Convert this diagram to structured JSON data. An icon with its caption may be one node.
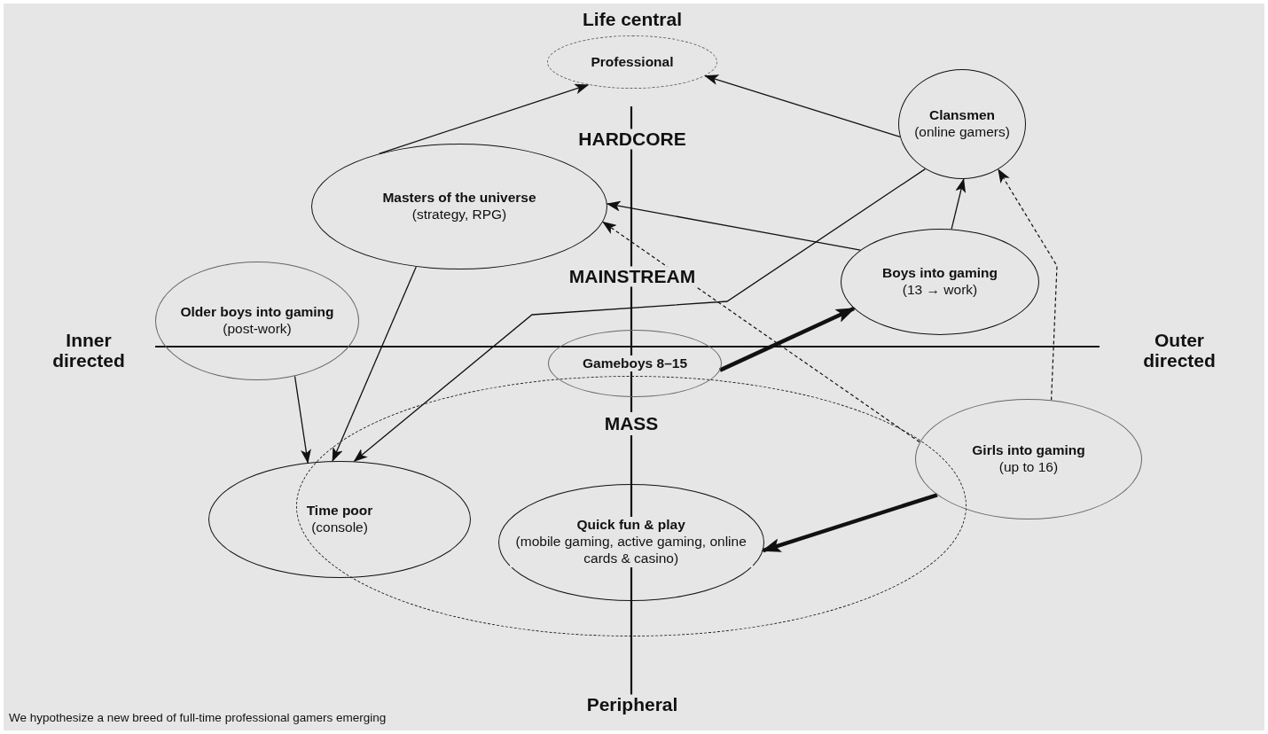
{
  "diagram": {
    "caption": "We hypothesize a new breed of full-time professional gamers emerging",
    "nodes": [
      {
        "text": [
          "Professional"
        ]
      },
      {
        "text": [
          "Clansmen",
          "(online gamers)"
        ]
      },
      {
        "text": [
          "Masters of the universe",
          "(strategy, RPG)"
        ]
      },
      {
        "text": [
          "Boys into gaming",
          "(13 → work)"
        ]
      },
      {
        "text": [
          "Older boys into gaming",
          "(post-work)"
        ]
      },
      {
        "text": [
          "Gameboys 8–15"
        ]
      },
      {
        "text": [
          "MASS"
        ]
      },
      {
        "text": [
          "Time poor",
          "(console)"
        ]
      },
      {
        "text": [
          "Girls into gaming",
          "(up to 16)"
        ]
      },
      {
        "text": [
          "Quick fun & play",
          "(mobile gaming, active gaming, online cards & casino)"
        ],
        "in": 6
      }
    ],
    "edges": [
      {
        "from": 2,
        "to": 0,
        "arrow": "to"
      },
      {
        "from": 1,
        "to": 0,
        "arrow": "to"
      },
      {
        "from": 3,
        "to": 2,
        "arrow": "to"
      },
      {
        "from": 8,
        "to": 2,
        "arrow": "to",
        "style": "dashed"
      },
      {
        "from": 8,
        "to": 1,
        "arrow": "to",
        "style": "dashed"
      },
      {
        "from": 3,
        "to": 1,
        "arrow": "to"
      },
      {
        "from": 5,
        "to": 3,
        "arrow": "to",
        "style": "thick"
      },
      {
        "from": 4,
        "to": 7,
        "arrow": "to"
      },
      {
        "from": 2,
        "to": 7,
        "arrow": "to"
      },
      {
        "from": 1,
        "to": 7,
        "arrow": "to"
      },
      {
        "from": 8,
        "to": 9,
        "arrow": "to",
        "style": "thick"
      }
    ],
    "labels": [
      "Life central",
      "HARDCORE",
      "MAINSTREAM",
      "Inner directed",
      "Outer directed",
      "Peripheral"
    ]
  }
}
